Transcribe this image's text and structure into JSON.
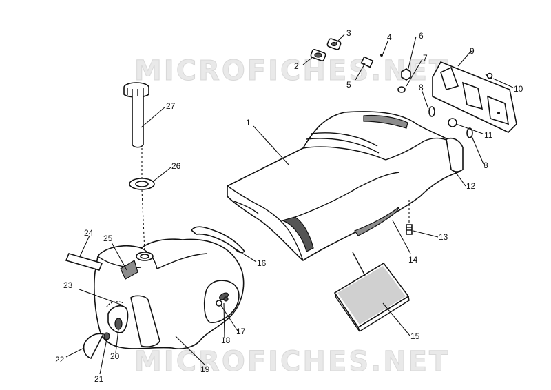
{
  "watermark": {
    "top": "MICROFICHES.NET",
    "bottom": "MICROFICHES.NET"
  },
  "callouts": [
    "1",
    "2",
    "3",
    "4",
    "5",
    "6",
    "7",
    "8",
    "9",
    "10",
    "11",
    "8",
    "12",
    "13",
    "14",
    "15",
    "16",
    "17",
    "18",
    "19",
    "20",
    "21",
    "22",
    "23",
    "24",
    "25",
    "26",
    "27"
  ]
}
